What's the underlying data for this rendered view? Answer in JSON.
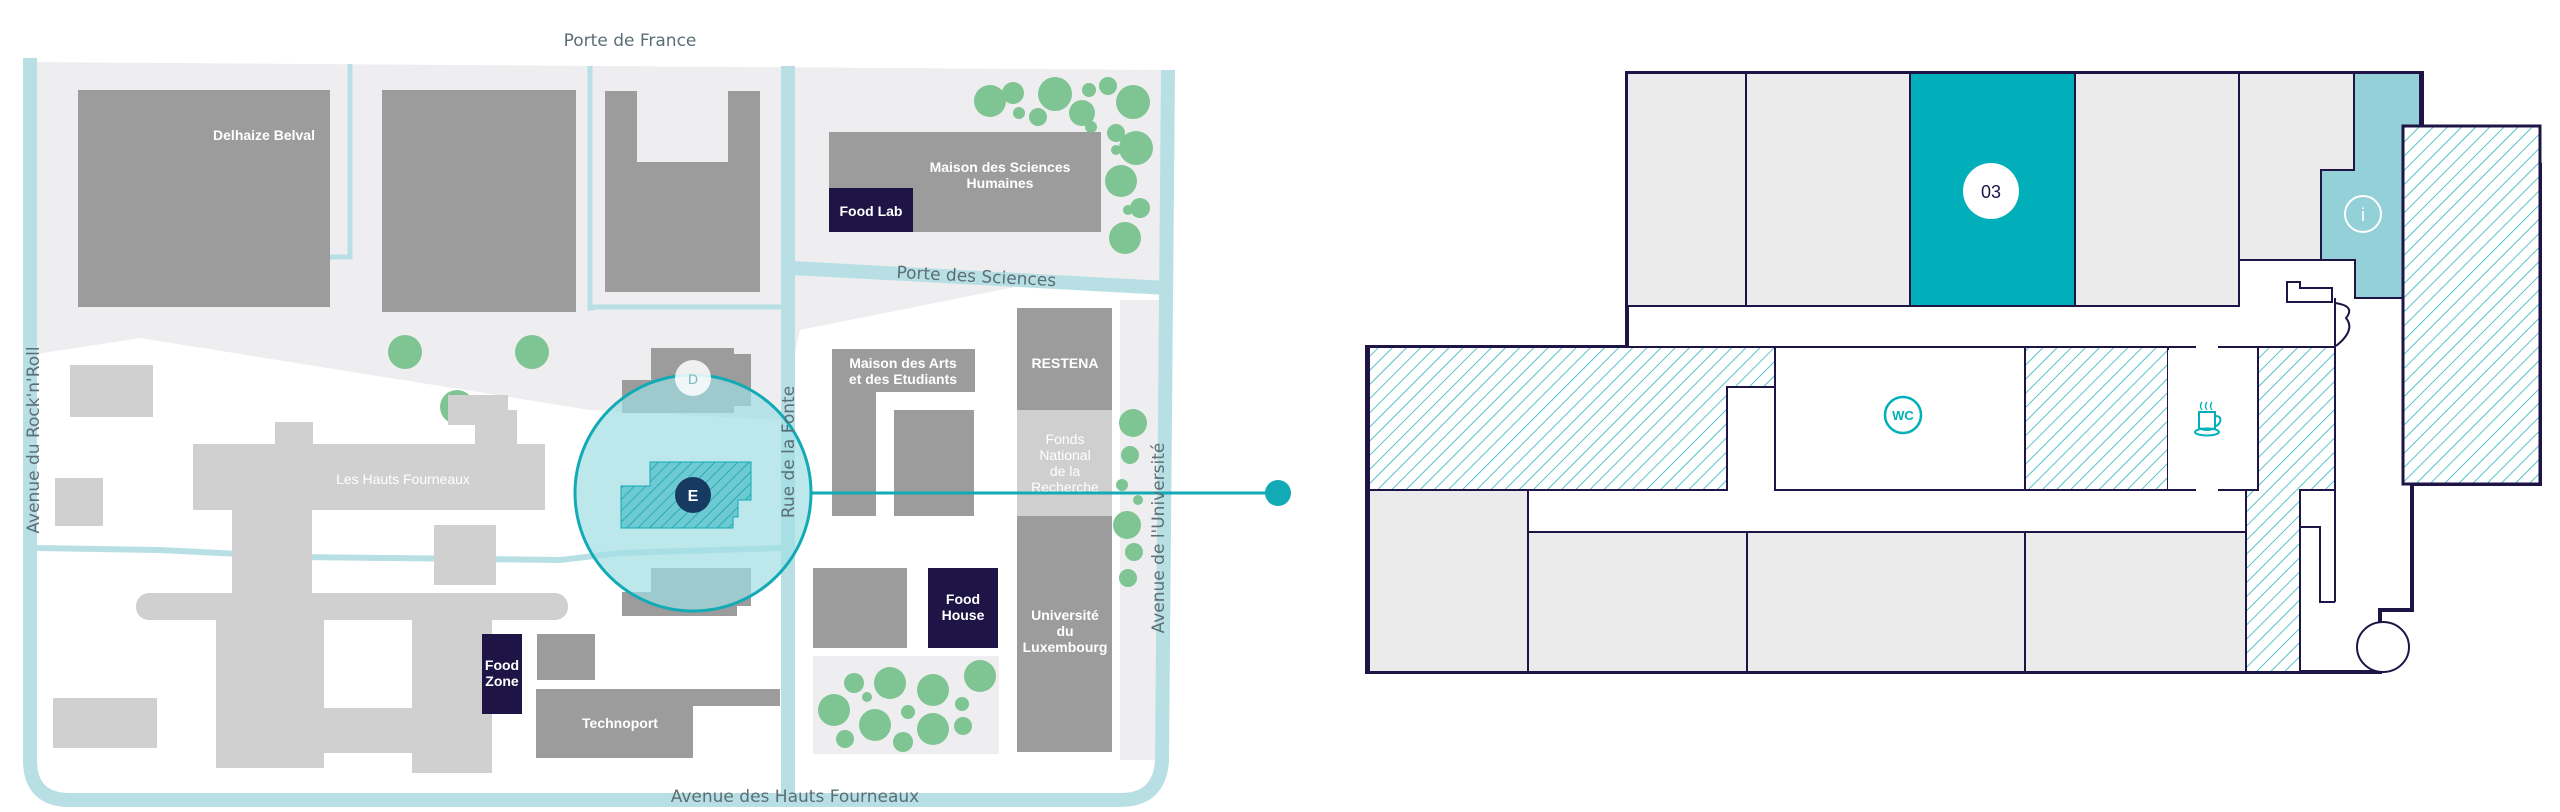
{
  "campus_map": {
    "streets": {
      "top": "Porte de France",
      "left": "Avenue du Rock'n'Roll",
      "bottom": "Avenue des Hauts Fourneaux",
      "middle_vertical": "Rue de la Fonte",
      "right": "Avenue de l'Université",
      "diagonal": "Porte des Sciences"
    },
    "buildings": {
      "delhaize": "Delhaize Belval",
      "msh_line1": "Maison des Sciences",
      "msh_line2": "Humaines",
      "food_lab": "Food Lab",
      "maison_arts_line1": "Maison des Arts",
      "maison_arts_line2": "et des Etudiants",
      "restena": "RESTENA",
      "fnr_line1": "Fonds",
      "fnr_line2": "National",
      "fnr_line3": "de la",
      "fnr_line4": "Recherche",
      "hauts_fourneaux": "Les Hauts Fourneaux",
      "food_zone_line1": "Food",
      "food_zone_line2": "Zone",
      "technoport": "Technoport",
      "food_house_line1": "Food",
      "food_house_line2": "House",
      "uni_line1": "Université",
      "uni_line2": "du",
      "uni_line3": "Luxembourg"
    },
    "markers": {
      "selected_building": "E",
      "neighbor_building": "D"
    }
  },
  "floor_plan": {
    "selected_room": "03",
    "icons": {
      "info": "i",
      "wc": "WC",
      "coffee": "coffee-icon"
    }
  },
  "colors": {
    "accent": "#00afb9",
    "navy": "#1e1446",
    "street": "#b8e0e4",
    "building_dark": "#9c9c9c",
    "building_light": "#d0d0d0",
    "tree": "#7fc493",
    "info_room": "#93d0d7",
    "room_gray": "#ebebeb"
  }
}
